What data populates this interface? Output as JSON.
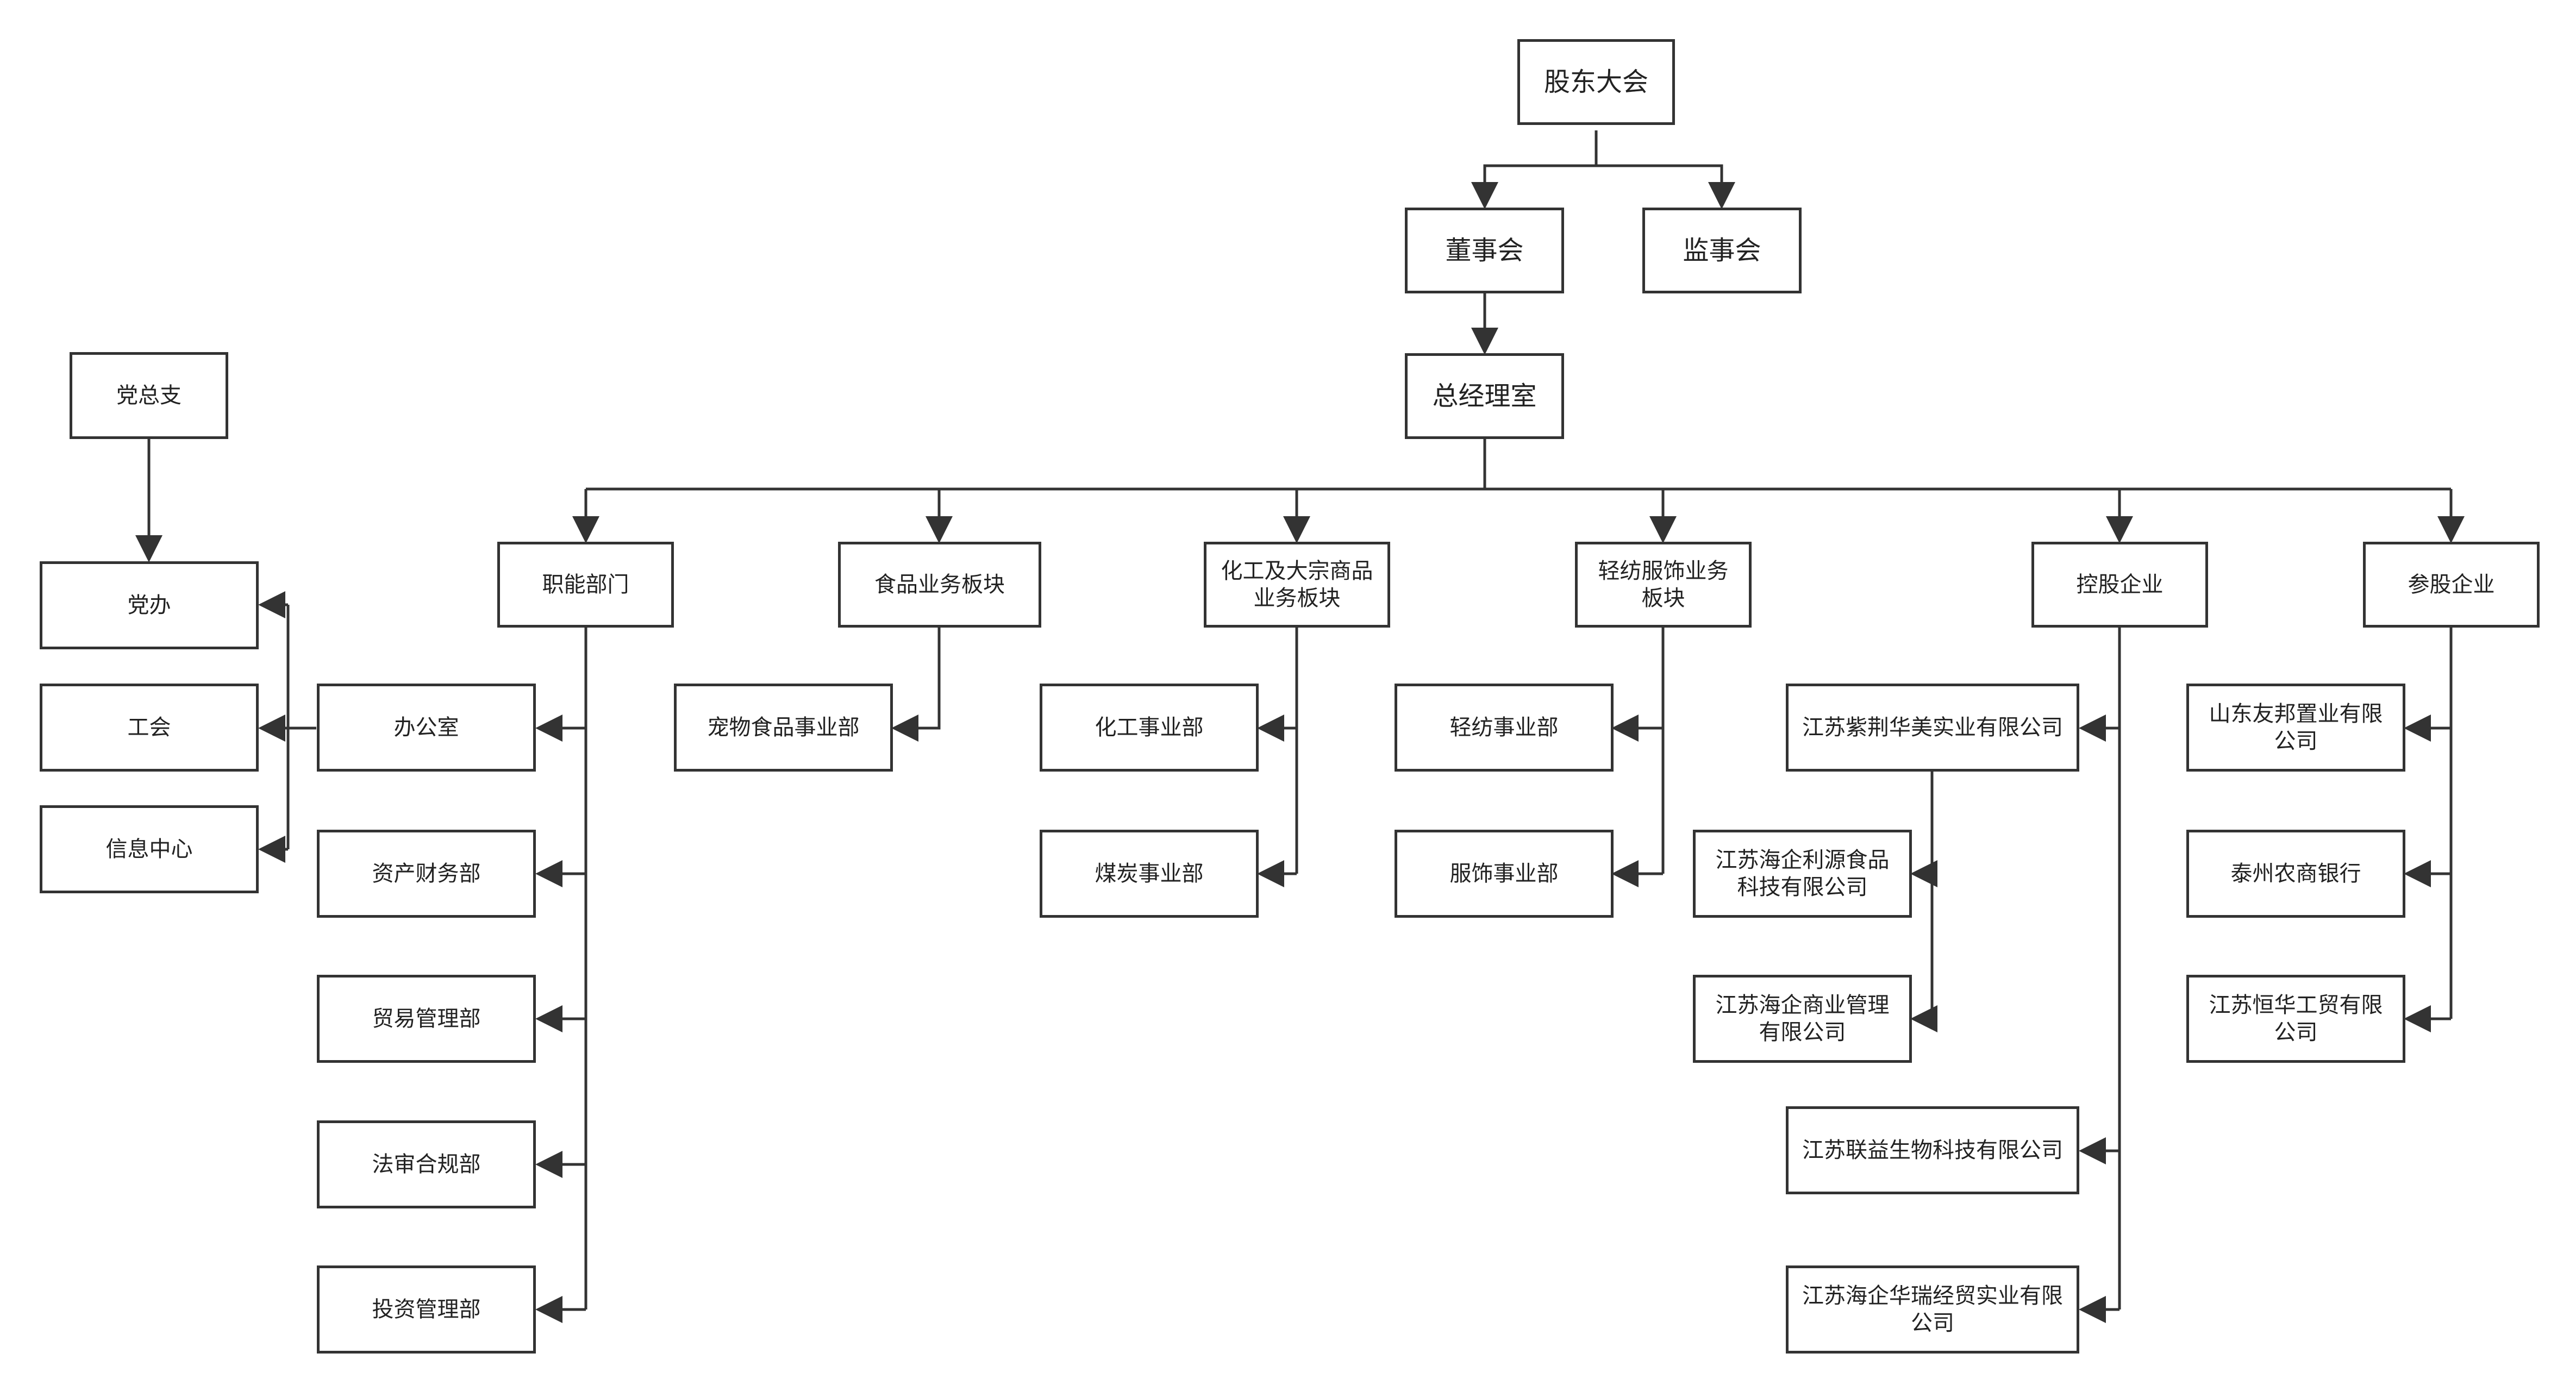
{
  "colors": {
    "line": "#333333",
    "box_border": "#333333",
    "text": "#222222",
    "background": "#ffffff"
  },
  "nodes": {
    "shareholders": "股东大会",
    "board": "董事会",
    "supervisors": "监事会",
    "gm_office": "总经理室",
    "party_branch": "党总支",
    "party_office": "党办",
    "labor_union": "工会",
    "info_center": "信息中心",
    "functional_depts": "职能部门",
    "general_office": "办公室",
    "asset_finance": "资产财务部",
    "trade_mgmt": "贸易管理部",
    "legal_compliance": "法审合规部",
    "investment_mgmt": "投资管理部",
    "food_sector": "食品业务板块",
    "pet_food": "宠物食品事业部",
    "chem_sector": "化工及大宗商品\n业务板块",
    "chem_div": "化工事业部",
    "coal_div": "煤炭事业部",
    "textile_sector": "轻纺服饰业务\n板块",
    "textile_div": "轻纺事业部",
    "apparel_div": "服饰事业部",
    "holding": "控股企业",
    "zijing": "江苏紫荆华美实业有限公司",
    "liyuan": "江苏海企利源食品\n科技有限公司",
    "commerce_mgmt": "江苏海企商业管理\n有限公司",
    "lianyi": "江苏联益生物科技有限公司",
    "huarui": "江苏海企华瑞经贸实业有限\n公司",
    "participating": "参股企业",
    "youbang": "山东友邦置业有限\n公司",
    "taizhou_bank": "泰州农商银行",
    "henghua": "江苏恒华工贸有限\n公司"
  }
}
